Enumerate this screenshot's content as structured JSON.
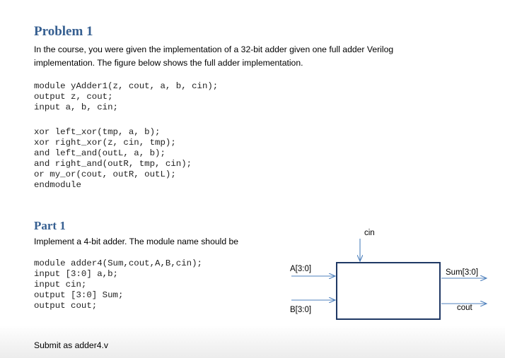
{
  "problem": {
    "title": "Problem 1",
    "intro_line_1": "In the course, you were given the implementation of a 32-bit adder given one full adder Verilog",
    "intro_line_2": "implementation.  The figure below shows the full adder implementation."
  },
  "code_block_1": [
    "module yAdder1(z, cout, a, b, cin);",
    "output z, cout;",
    "input a, b, cin;"
  ],
  "code_block_2": [
    "xor left_xor(tmp, a, b);",
    "xor right_xor(z, cin, tmp);",
    "and left_and(outL, a, b);",
    "and right_and(outR, tmp, cin);",
    "or my_or(cout, outR, outL);",
    "endmodule"
  ],
  "part": {
    "title": "Part 1",
    "description": "Implement a 4-bit adder. The module name should be"
  },
  "code_block_3": [
    "module adder4(Sum,cout,A,B,cin);",
    "input [3:0] a,b;",
    "input cin;",
    "output [3:0] Sum;",
    "output cout;"
  ],
  "diagram": {
    "cin_label": "cin",
    "a_label": "A[3:0]",
    "b_label": "B[3:0]",
    "sum_label": "Sum[3:0]",
    "cout_label": "cout",
    "box_color": "#1f3864",
    "arrow_color": "#4f81bd"
  },
  "submit_text": "Submit as adder4.v"
}
